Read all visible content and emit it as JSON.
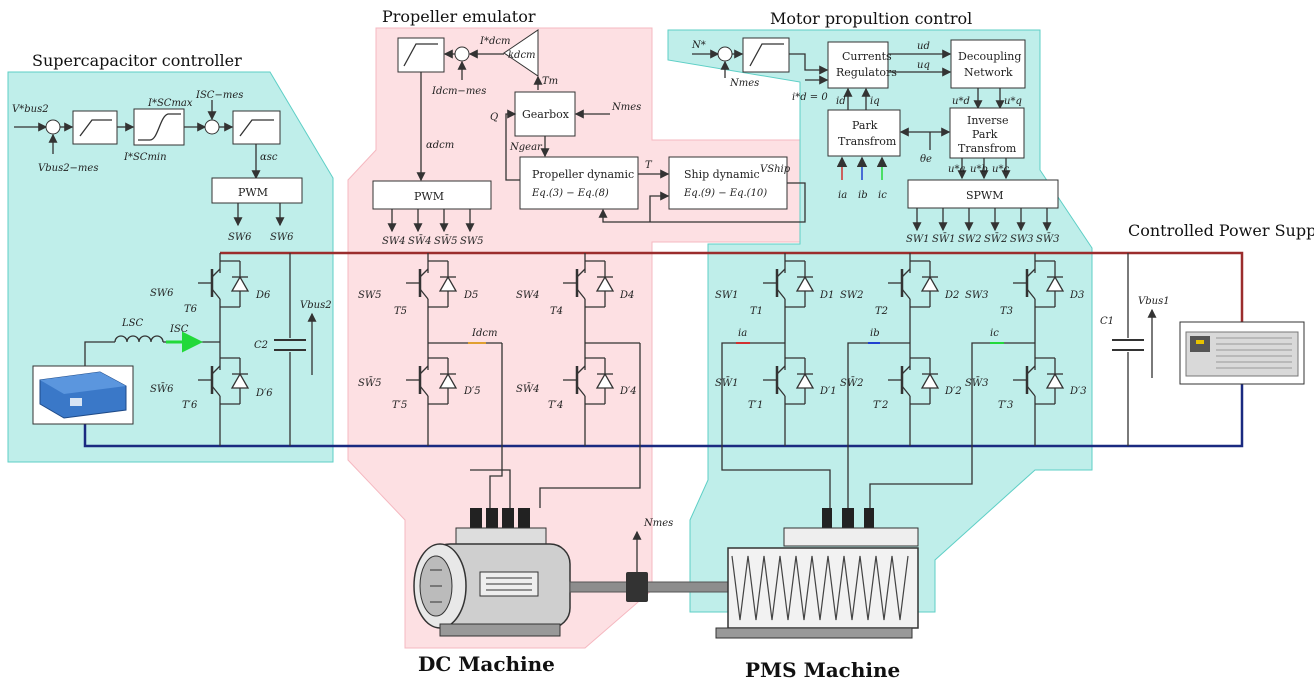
{
  "titles": {
    "supercap": "Supercapacitor controller",
    "propeller": "Propeller emulator",
    "motor": "Motor propultion control",
    "power_supply": "Controlled Power Supply",
    "dc_machine": "DC Machine",
    "pms_machine": "PMS Machine"
  },
  "supercap": {
    "vbus2_ref": "V*bus2",
    "vbus2_mes": "Vbus2−mes",
    "isc_max": "I*SCmax",
    "isc_min": "I*SCmin",
    "isc_mes": "ISC−mes",
    "alpha_sc": "αsc",
    "pwm": "PWM",
    "sw6a": "SW6",
    "sw6b": "SW6",
    "lsc": "LSC",
    "isc": "ISC",
    "c2": "C2",
    "vbus2": "Vbus2",
    "sw6_top": "SW6",
    "t6": "T6",
    "d6": "D6",
    "sw6_bot": "SW̄6",
    "t6p": "T′6",
    "d6p": "D′6"
  },
  "propeller": {
    "i_dcm_ref": "I*dcm",
    "k_dcm": "kdcm",
    "tm": "Tm",
    "i_dcm_mes": "Idcm−mes",
    "gearbox": "Gearbox",
    "q": "Q",
    "n_mes": "Nmes",
    "alpha_dcm": "αdcm",
    "n_gear": "Ngear",
    "prop_dyn_1": "Propeller dynamic",
    "prop_dyn_2": "Eq.(3) − Eq.(8)",
    "t": "T",
    "ship_dyn_1": "Ship dynamic",
    "ship_dyn_2": "Eq.(9) − Eq.(10)",
    "v_ship": "VShip",
    "pwm": "PWM",
    "sw_labels": [
      "SW4",
      "SW̄4",
      "SW̄5",
      "SW5"
    ],
    "sw5": "SW5",
    "t5": "T5",
    "d5": "D5",
    "sw4": "SW4",
    "t4": "T4",
    "d4": "D4",
    "i_dcm": "Idcm",
    "sw5b": "SW̄5",
    "t5p": "T′5",
    "d5p": "D′5",
    "sw4b": "SW̄4",
    "t4p": "T′4",
    "d4p": "D′4"
  },
  "motor": {
    "n_ref": "N*",
    "n_mes": "Nmes",
    "curr_reg_1": "Currents",
    "curr_reg_2": "Regulators",
    "ud": "ud",
    "uq": "uq",
    "decoup_1": "Decoupling",
    "decoup_2": "Network",
    "id_ref": "i*d = 0",
    "id": "id",
    "iq": "iq",
    "ud_ref": "u*d",
    "uq_ref": "u*q",
    "park_1": "Park",
    "park_2": "Transfrom",
    "inv_1": "Inverse",
    "inv_2": "Park",
    "inv_3": "Transfrom",
    "theta": "θe",
    "ua_ref": "u*a",
    "ub_ref": "u*b",
    "uc_ref": "u*c",
    "ia": "ia",
    "ib": "ib",
    "ic": "ic",
    "spwm": "SPWM",
    "sw_labels": [
      "SW1",
      "SW̄1",
      "SW2",
      "SW̄2",
      "SW3",
      "SW̄3"
    ],
    "sw1": "SW1",
    "t1": "T1",
    "d1": "D1",
    "sw2": "SW2",
    "t2": "T2",
    "d2": "D2",
    "sw3": "SW3",
    "t3": "T3",
    "d3": "D3",
    "sw1b": "SW̄1",
    "t1p": "T′1",
    "d1p": "D′1",
    "sw2b": "SW̄2",
    "t2p": "T′2",
    "d2p": "D′2",
    "sw3b": "SW̄3",
    "t3p": "T′3",
    "d3p": "D′3",
    "ia_leg": "ia",
    "ib_leg": "ib",
    "ic_leg": "ic",
    "c1": "C1",
    "vbus1": "Vbus1"
  },
  "shaft": {
    "n_mes": "Nmes"
  },
  "colors": {
    "panel_cyan": "#bfeeea",
    "panel_cyan_stroke": "#5ecfc6",
    "panel_pink": "#fde0e3",
    "panel_pink_stroke": "#f5b8c0",
    "bus_positive": "#9b2d2d",
    "bus_negative": "#1a2a80",
    "current_arrow": "#22d93a"
  }
}
